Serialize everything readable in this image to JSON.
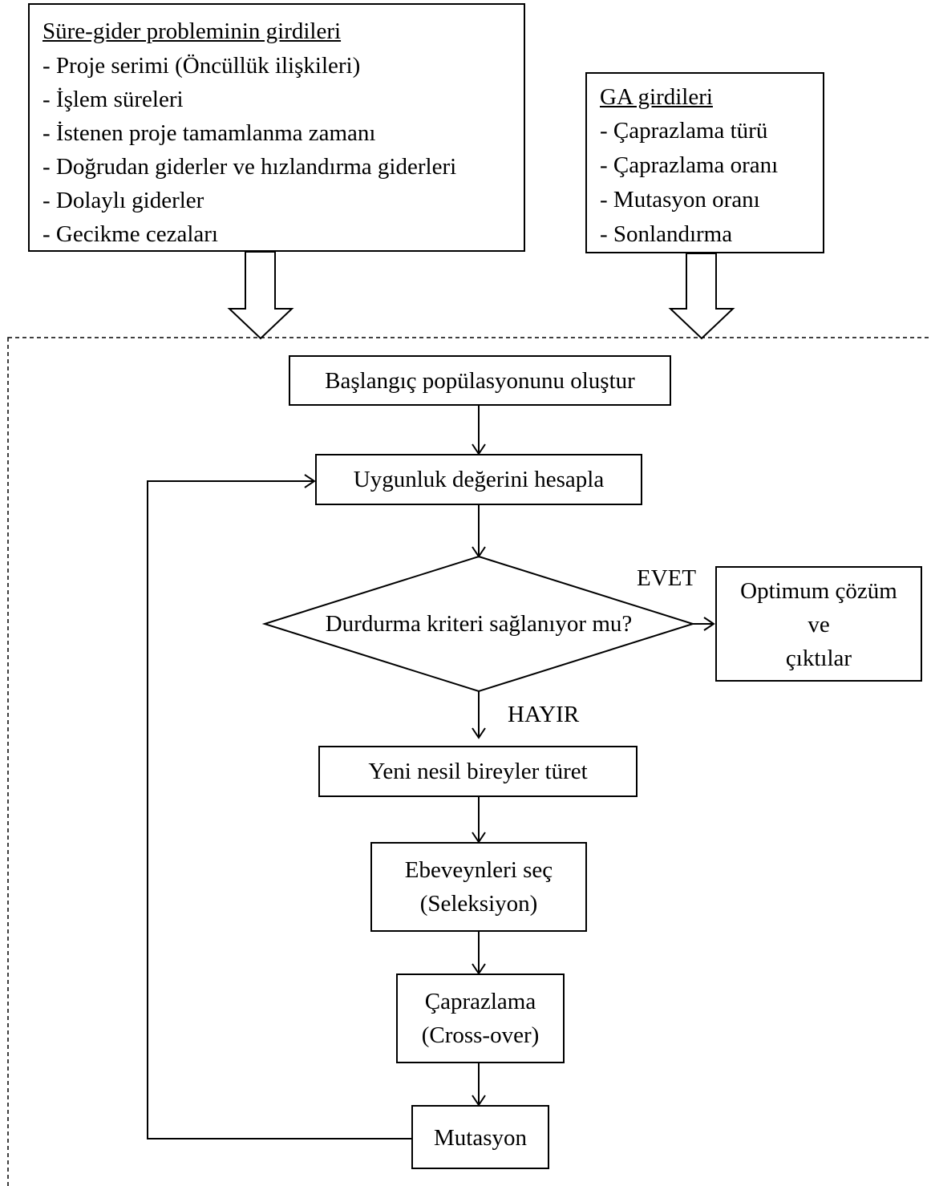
{
  "inputs_left": {
    "title": "Süre-gider probleminin girdileri",
    "items": [
      "- Proje serimi (Öncüllük ilişkileri)",
      "- İşlem süreleri",
      "- İstenen proje tamamlanma zamanı",
      "- Doğrudan giderler ve hızlandırma giderleri",
      "- Dolaylı giderler",
      "- Gecikme cezaları"
    ]
  },
  "inputs_right": {
    "title": "GA girdileri",
    "items": [
      "- Çaprazlama türü",
      "- Çaprazlama oranı",
      "- Mutasyon oranı",
      "- Sonlandırma"
    ]
  },
  "flow": {
    "init": "Başlangıç popülasyonunu oluştur",
    "fitness": "Uygunluk değerini hesapla",
    "decision": "Durdurma kriteri sağlanıyor mu?",
    "yes_label": "EVET",
    "no_label": "HAYIR",
    "output_lines": [
      "Optimum çözüm",
      "ve",
      "çıktılar"
    ],
    "new_gen": "Yeni nesil bireyler türet",
    "selection_lines": [
      "Ebeveynleri seç",
      "(Seleksiyon)"
    ],
    "crossover_lines": [
      "Çaprazlama",
      "(Cross-over)"
    ],
    "mutation": "Mutasyon"
  }
}
